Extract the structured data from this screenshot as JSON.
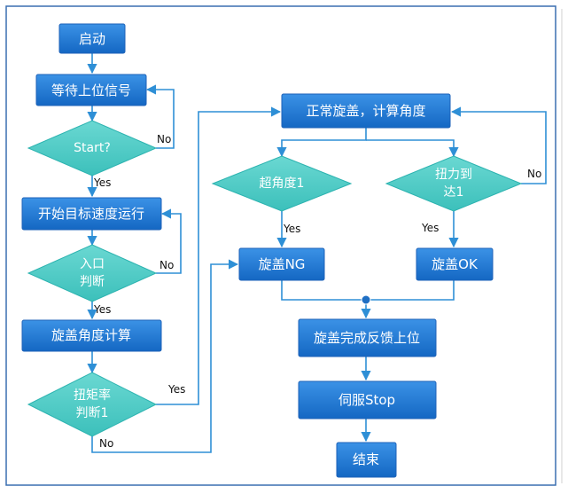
{
  "nodes": {
    "start": "启动",
    "wait_signal": "等待上位信号",
    "start_check": "Start?",
    "run_speed": "开始目标速度运行",
    "entry_check_l1": "入口",
    "entry_check_l2": "判断",
    "calc_angle": "旋盖角度计算",
    "torque_rate_l1": "扭矩率",
    "torque_rate_l2": "判断1",
    "normal_cap": "正常旋盖，计算角度",
    "over_angle": "超角度1",
    "torque_reach_l1": "扭力到",
    "torque_reach_l2": "达1",
    "cap_ng": "旋盖NG",
    "cap_ok": "旋盖OK",
    "feedback": "旋盖完成反馈上位",
    "servo_stop": "伺服Stop",
    "end": "结束"
  },
  "labels": {
    "start_no": "No",
    "start_yes": "Yes",
    "entry_no": "No",
    "entry_yes": "Yes",
    "torque_rate_yes": "Yes",
    "torque_rate_no": "No",
    "over_angle_yes": "Yes",
    "torque_reach_yes": "Yes",
    "torque_reach_no": "No"
  },
  "colors": {
    "box": "#1a75d4",
    "diamond": "#45c9c4",
    "connector": "#2e8fd6",
    "frame": "#3a6fb0"
  }
}
